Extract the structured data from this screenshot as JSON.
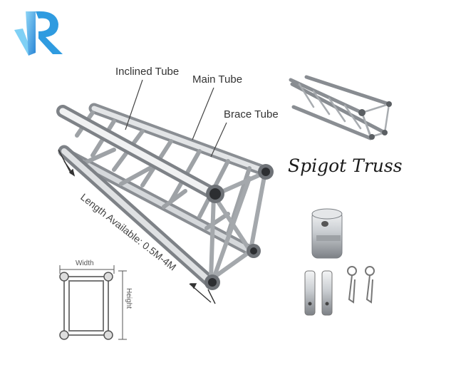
{
  "labels": {
    "inclined_tube": "Inclined Tube",
    "main_tube": "Main Tube",
    "brace_tube": "Brace Tube",
    "spigot_truss": "Spigot Truss",
    "length_available": "Length Available: 0.5M-4M",
    "width": "Width",
    "height": "Height"
  },
  "colors": {
    "logo_blue": "#2f9be0",
    "logo_light": "#7fd0f5",
    "metal_light": "#e8eaec",
    "metal_mid": "#b8bcc0",
    "metal_dark": "#6c7075"
  },
  "icons": {
    "logo": "vr-logo-icon"
  }
}
